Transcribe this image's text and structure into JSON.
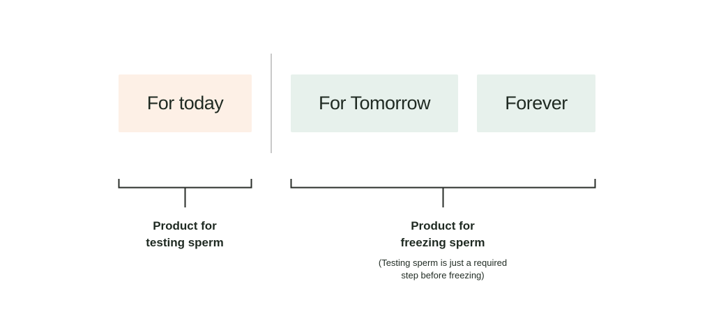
{
  "colors": {
    "text": "#1f2a22",
    "today_fill": "#fdf0e6",
    "future_fill": "#e7f1ec",
    "divider": "#c9c9c9",
    "bracket": "#2a2e2a"
  },
  "boxes": {
    "today": "For today",
    "tomorrow": "For Tomorrow",
    "forever": "Forever"
  },
  "labels": {
    "testing": {
      "line1": "Product for",
      "line2": "testing sperm"
    },
    "freezing": {
      "line1": "Product for",
      "line2": "freezing sperm"
    }
  },
  "note": {
    "line1": "(Testing sperm is just a required",
    "line2": "step before freezing)"
  }
}
